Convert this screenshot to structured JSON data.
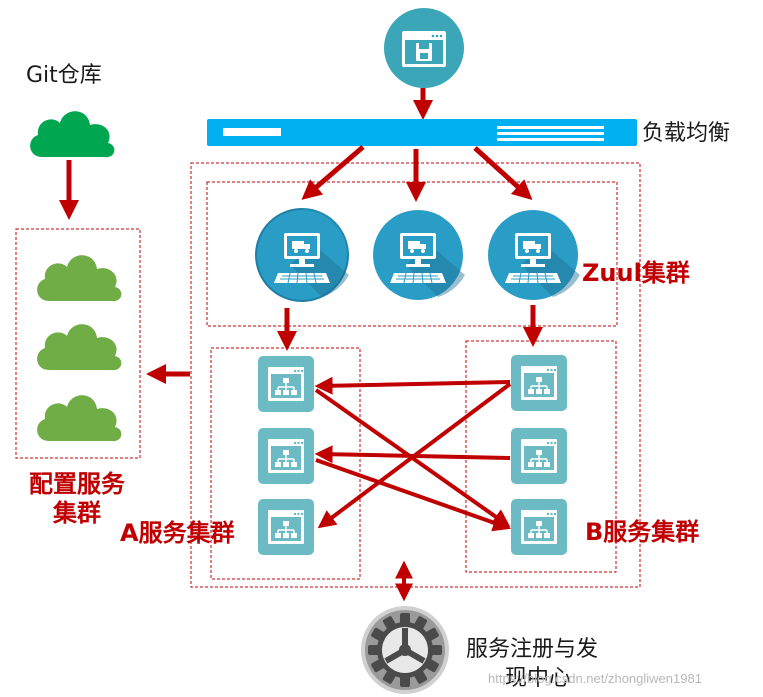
{
  "labels": {
    "git_repo": "Git仓库",
    "load_balancer": "负载均衡",
    "zuul_cluster": "Zuul集群",
    "config_cluster_line1": "配置服务",
    "config_cluster_line2": "集群",
    "a_cluster": "A服务集群",
    "b_cluster": "B服务集群",
    "registry_line1": "服务注册与发",
    "registry_line2": "现中心"
  },
  "watermark": "https://blog.csdn.net/zhongliwen1981",
  "icons": {
    "client": "browser-floppy-icon",
    "zuul": "monitor-truck-icon",
    "service": "browser-sitemap-icon",
    "cloud": "cloud-icon",
    "registry": "gear-icon"
  },
  "colors": {
    "arrow_red": "#c00000",
    "dashed_red": "#c00000",
    "lb_bar": "#00b0f0",
    "circle_teal": "#2a9dc7",
    "service_teal": "#6bbac4",
    "cloud_green": "#70ad47",
    "git_green": "#00a650",
    "gear_gray": "#777777"
  }
}
